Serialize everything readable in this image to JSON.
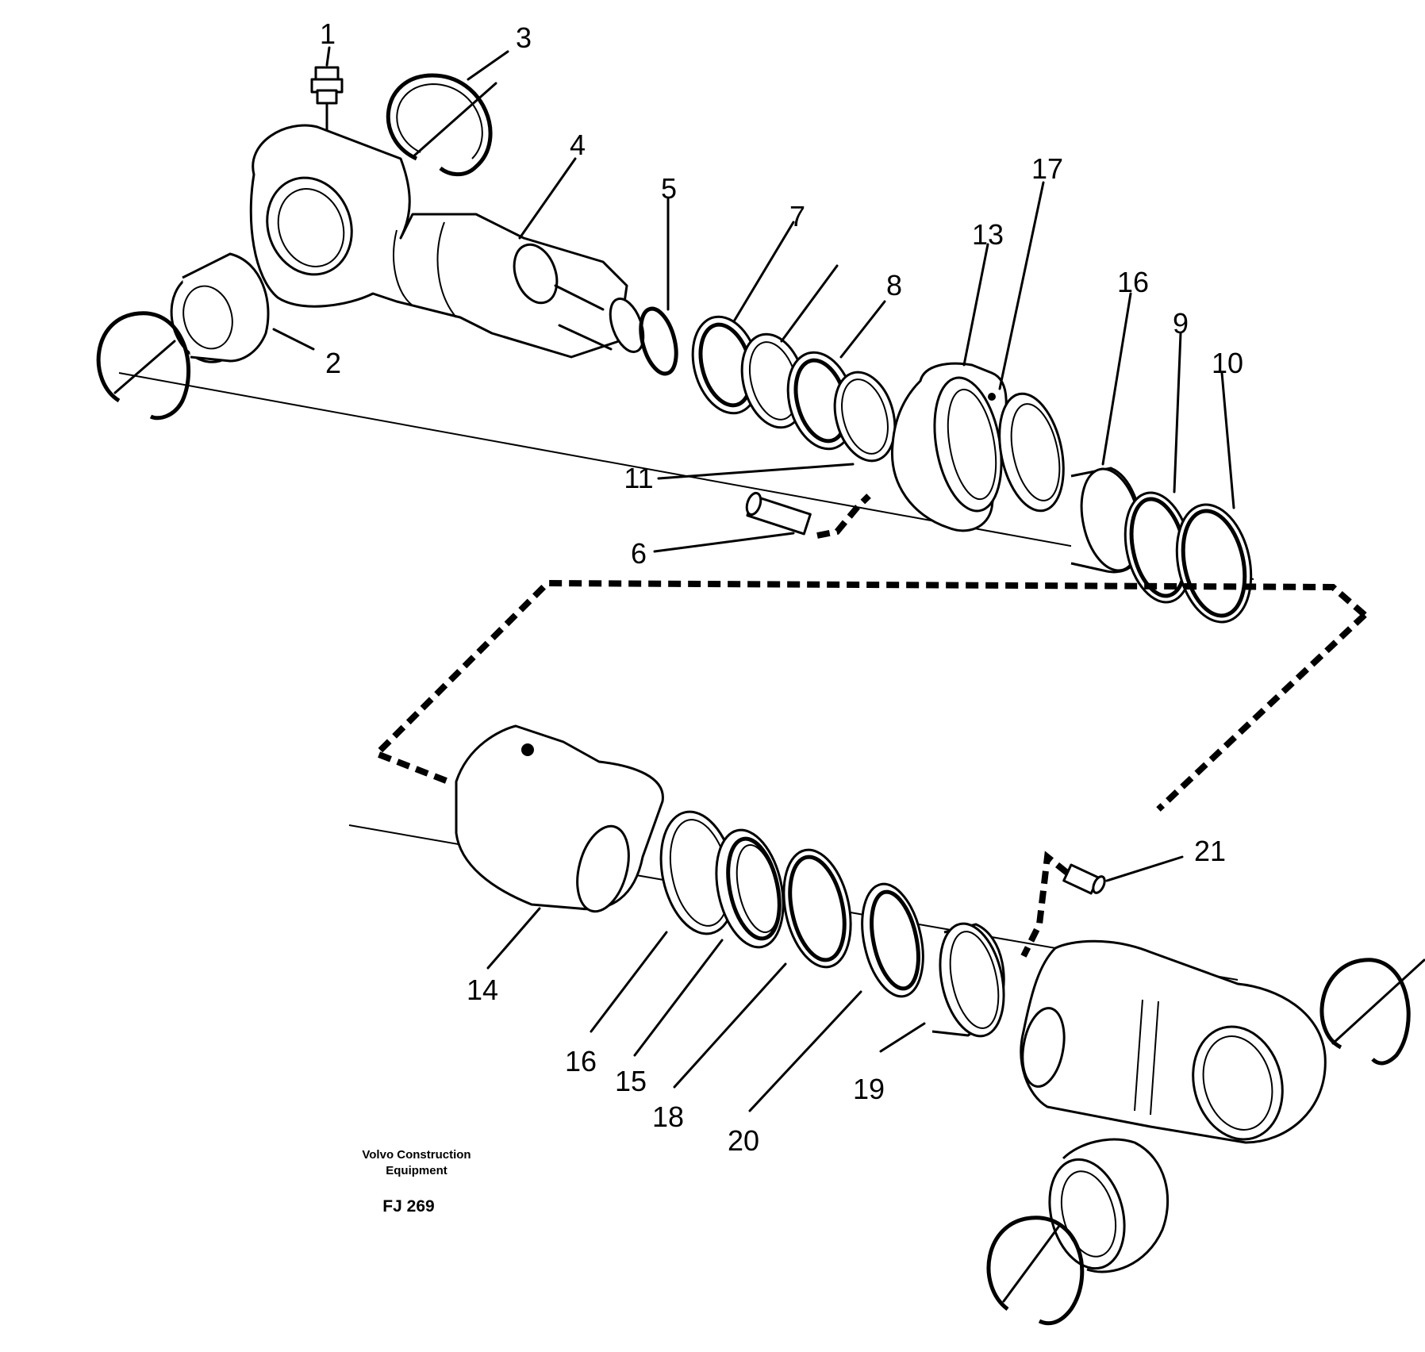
{
  "diagram": {
    "labels": [
      "1",
      "2",
      "3",
      "4",
      "5",
      "6",
      "7",
      "8",
      "9",
      "10",
      "11",
      "13",
      "16",
      "17",
      "14",
      "15",
      "16",
      "18",
      "19",
      "20",
      "21"
    ],
    "caption_line1": "Volvo Construction",
    "caption_line2": "Equipment",
    "code": "FJ 269"
  }
}
